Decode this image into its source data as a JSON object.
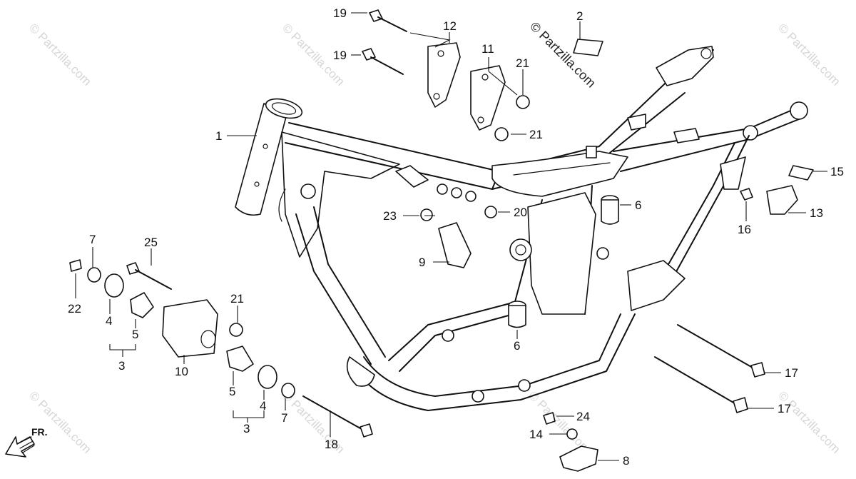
{
  "watermark": {
    "text": "© Partzilla.com"
  },
  "front_indicator": {
    "label": "FR."
  },
  "callouts": [
    {
      "id": "c1",
      "label": "1"
    },
    {
      "id": "c2",
      "label": "2"
    },
    {
      "id": "c3a",
      "label": "3"
    },
    {
      "id": "c3b",
      "label": "3"
    },
    {
      "id": "c4a",
      "label": "4"
    },
    {
      "id": "c4b",
      "label": "4"
    },
    {
      "id": "c5a",
      "label": "5"
    },
    {
      "id": "c5b",
      "label": "5"
    },
    {
      "id": "c6a",
      "label": "6"
    },
    {
      "id": "c6b",
      "label": "6"
    },
    {
      "id": "c7a",
      "label": "7"
    },
    {
      "id": "c7b",
      "label": "7"
    },
    {
      "id": "c8",
      "label": "8"
    },
    {
      "id": "c9",
      "label": "9"
    },
    {
      "id": "c10",
      "label": "10"
    },
    {
      "id": "c11",
      "label": "11"
    },
    {
      "id": "c12",
      "label": "12"
    },
    {
      "id": "c13",
      "label": "13"
    },
    {
      "id": "c14",
      "label": "14"
    },
    {
      "id": "c15",
      "label": "15"
    },
    {
      "id": "c16",
      "label": "16"
    },
    {
      "id": "c17a",
      "label": "17"
    },
    {
      "id": "c17b",
      "label": "17"
    },
    {
      "id": "c18",
      "label": "18"
    },
    {
      "id": "c19a",
      "label": "19"
    },
    {
      "id": "c19b",
      "label": "19"
    },
    {
      "id": "c20",
      "label": "20"
    },
    {
      "id": "c21a",
      "label": "21"
    },
    {
      "id": "c21b",
      "label": "21"
    },
    {
      "id": "c21c",
      "label": "21"
    },
    {
      "id": "c22",
      "label": "22"
    },
    {
      "id": "c23",
      "label": "23"
    },
    {
      "id": "c24",
      "label": "24"
    },
    {
      "id": "c25",
      "label": "25"
    }
  ]
}
